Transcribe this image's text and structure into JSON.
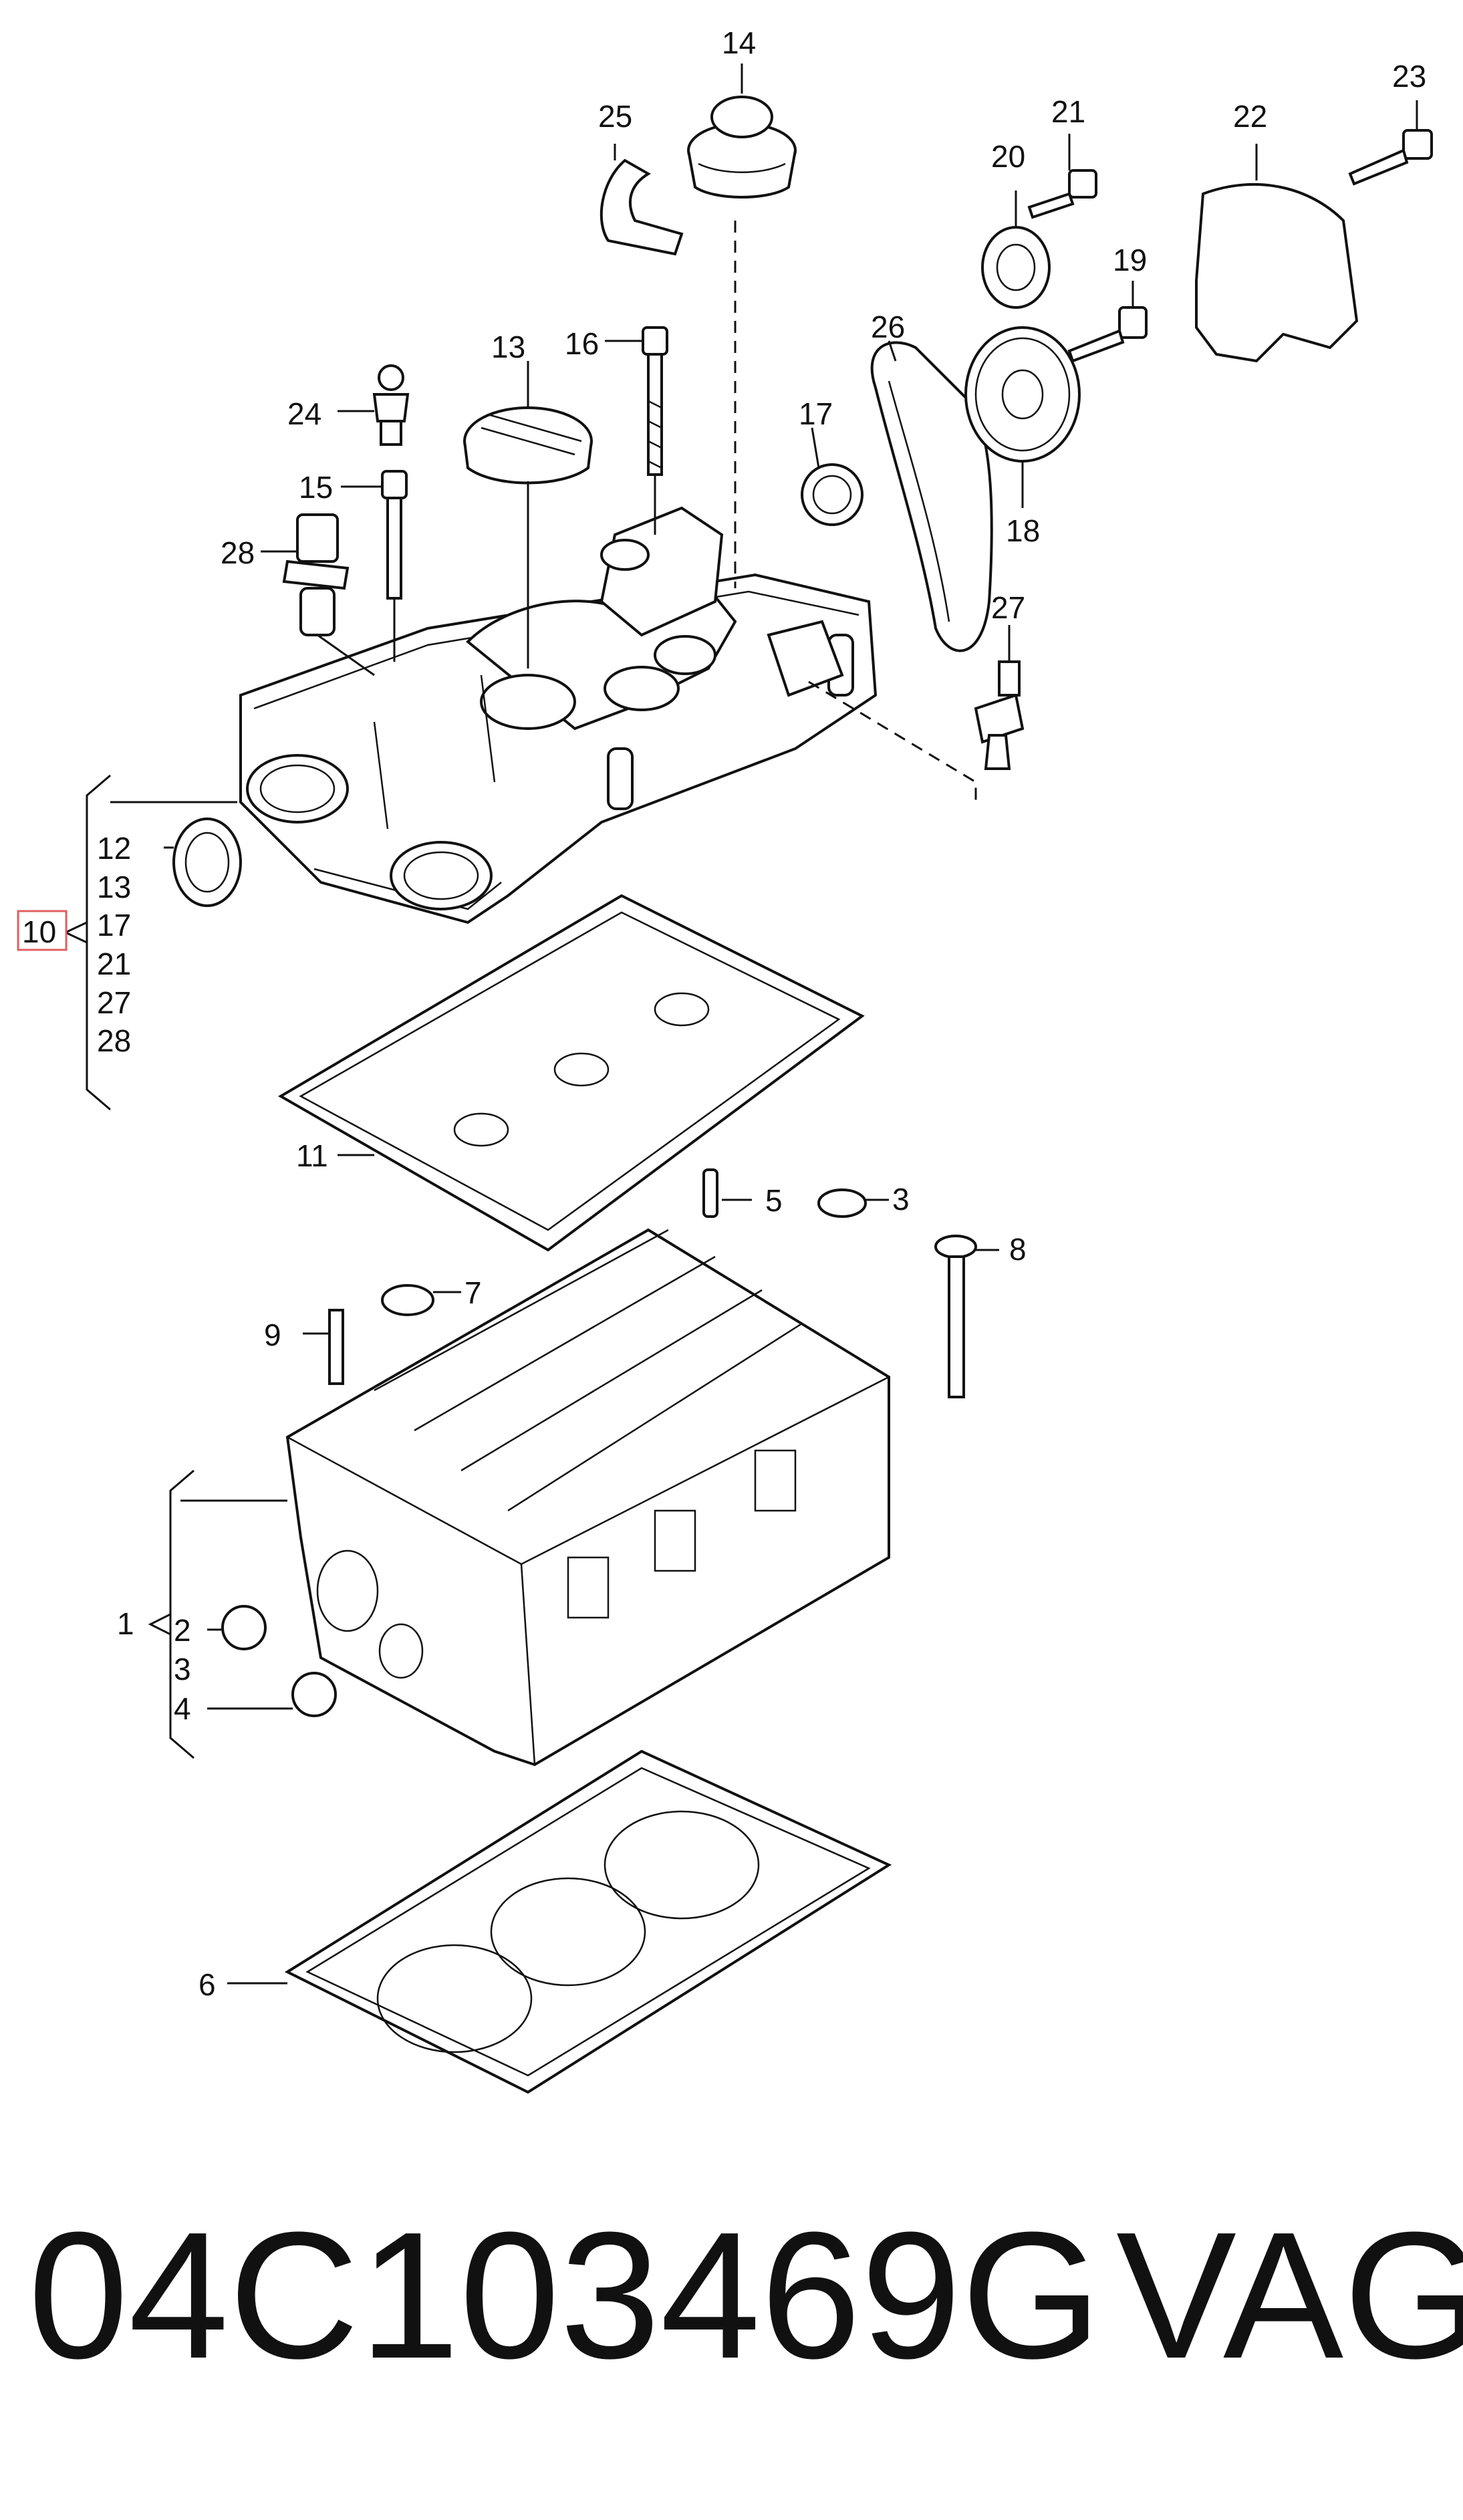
{
  "callouts": {
    "c1": "1",
    "c2": "2",
    "c3": "3",
    "c4": "4",
    "c5": "5",
    "c6": "6",
    "c7": "7",
    "c8": "8",
    "c9": "9",
    "c10": "10",
    "c11": "11",
    "c12": "12",
    "c13": "13",
    "c14": "14",
    "c15": "15",
    "c16": "16",
    "c17": "17",
    "c18": "18",
    "c19": "19",
    "c20": "20",
    "c21": "21",
    "c22": "22",
    "c23": "23",
    "c24": "24",
    "c25": "25",
    "c26": "26",
    "c27": "27",
    "c28": "28"
  },
  "group_10_items": [
    "12",
    "13",
    "17",
    "21",
    "27",
    "28"
  ],
  "group_1_items": [
    "2",
    "3",
    "4"
  ],
  "highlight_color": "#e06060",
  "footer": {
    "part_number": "04C103469G",
    "brand": "VAG"
  }
}
